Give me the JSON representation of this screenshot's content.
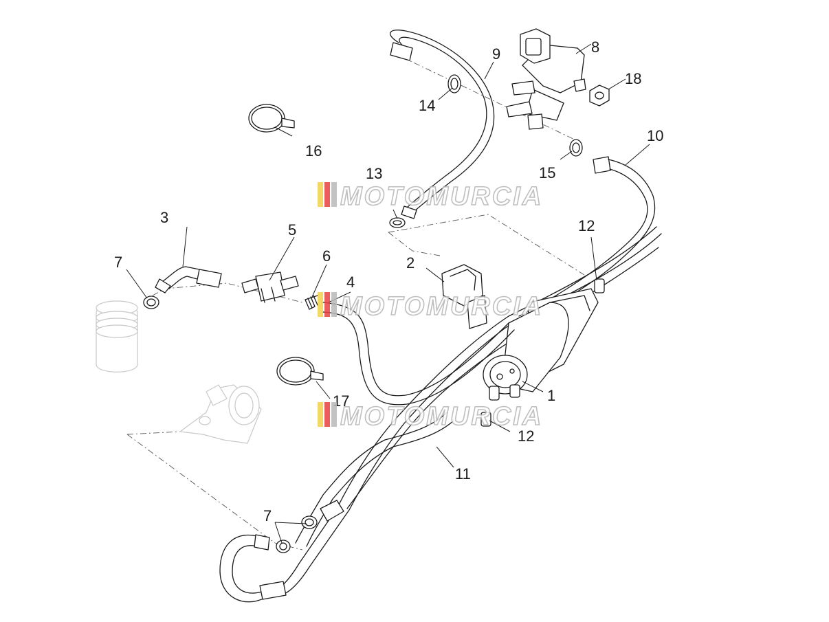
{
  "callouts": {
    "c1": "1",
    "c2": "2",
    "c3": "3",
    "c4": "4",
    "c5": "5",
    "c6": "6",
    "c7a": "7",
    "c7b": "7",
    "c8": "8",
    "c9": "9",
    "c10": "10",
    "c11": "11",
    "c12a": "12",
    "c12b": "12",
    "c13": "13",
    "c14": "14",
    "c15": "15",
    "c16": "16",
    "c17": "17",
    "c18": "18"
  },
  "watermark": {
    "text": "MOTOMURCIA",
    "stripe_colors": [
      "#f2d24b",
      "#e7413f",
      "#b9b9b9"
    ]
  },
  "colors": {
    "line": "#1a1a1a",
    "ghost": "#c8c8c8",
    "background": "#ffffff"
  }
}
